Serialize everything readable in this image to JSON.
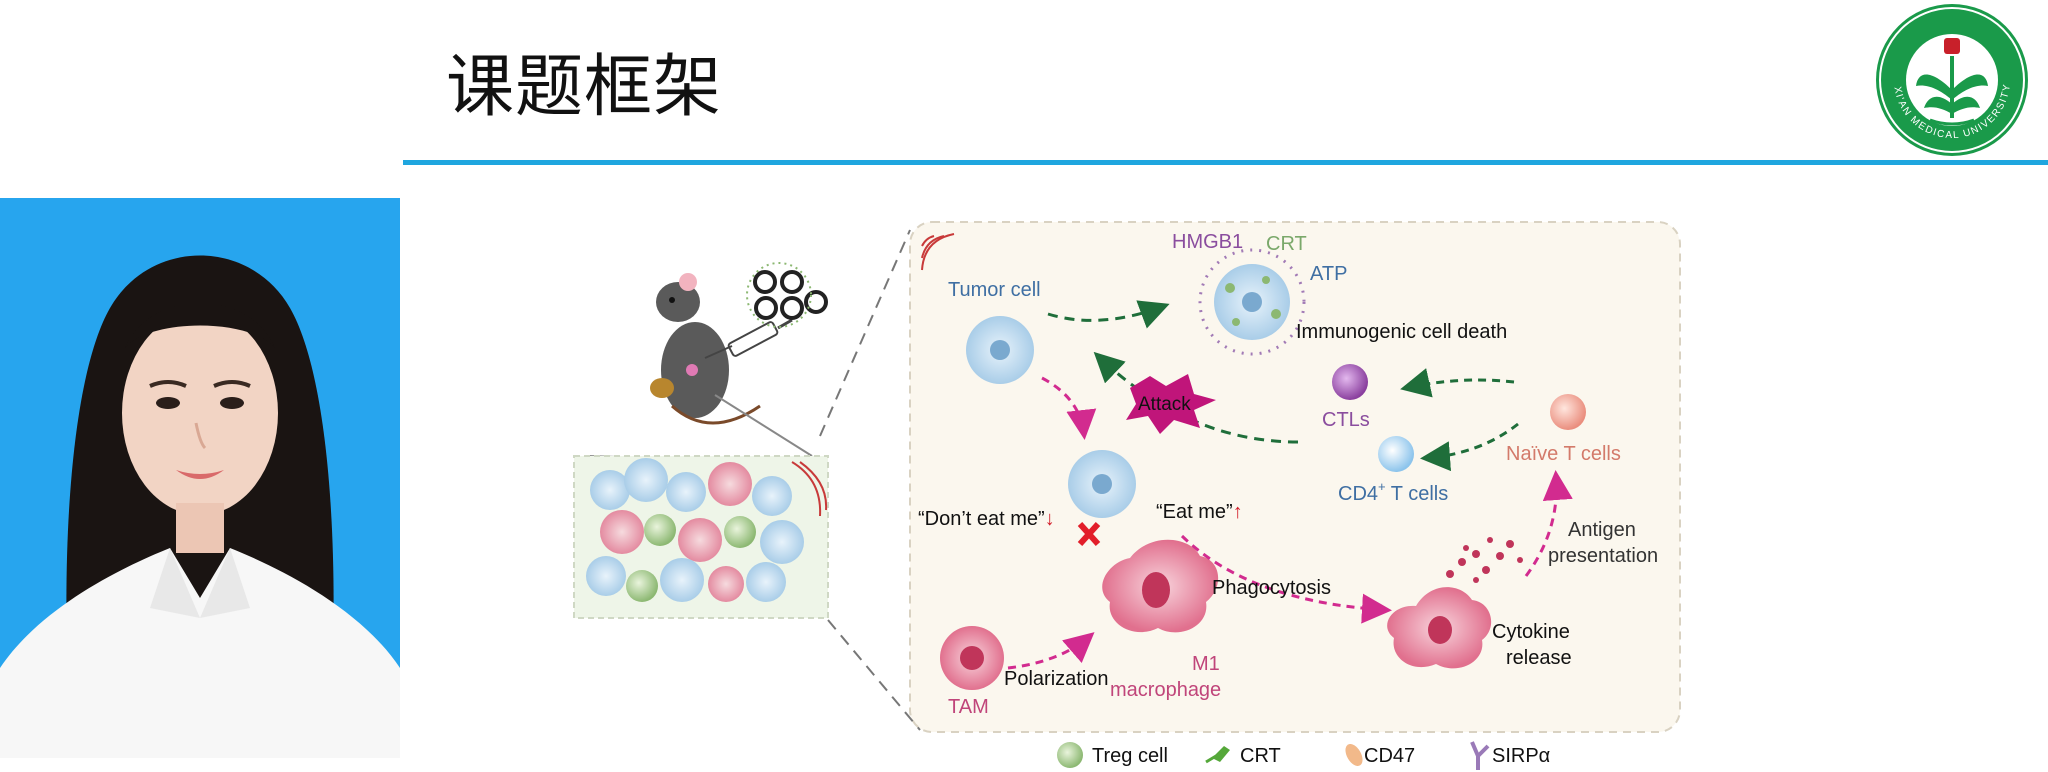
{
  "slide": {
    "title": "课题框架",
    "accent_color": "#1fa6df"
  },
  "logo": {
    "icon": "university-seal-icon",
    "ring_text": "XI'AN MEDICAL UNIVERSITY",
    "color": "#1a9a4a"
  },
  "photo": {
    "icon": "portrait-photo",
    "background_color": "#27a5ee"
  },
  "diagram": {
    "labels": {
      "hmgb1": "HMGB1",
      "crt_top": "CRT",
      "atp": "ATP",
      "tumor_cell": "Tumor cell",
      "icd": "Immunogenic cell death",
      "attack": "Attack",
      "ctls": "CTLs",
      "cd4_main": "CD4",
      "cd4_sup": "+",
      "cd4_rest": " T cells",
      "naive": "Naïve T cells",
      "dont_eat": "“Don’t eat me”",
      "eat_me": "“Eat me”",
      "arrow_down": "↓",
      "arrow_up": "↑",
      "antigen_1": "Antigen",
      "antigen_2": "presentation",
      "phagocytosis": "Phagocytosis",
      "cytokine_1": "Cytokine",
      "cytokine_2": "release",
      "m1_1": "M1",
      "m1_2": "macrophage",
      "polarization": "Polarization",
      "tam": "TAM"
    },
    "legend": [
      {
        "icon": "treg-cell-icon",
        "label": "Treg cell"
      },
      {
        "icon": "crt-icon",
        "label": "CRT"
      },
      {
        "icon": "cd47-icon",
        "label": "CD47"
      },
      {
        "icon": "sirpa-icon",
        "label": "SIRPα"
      }
    ],
    "colors": {
      "green_arrow": "#1f6e3a",
      "pink_arrow": "#d22b8f",
      "purple_text": "#8a4d9e",
      "green_text": "#7aa86a",
      "blue_text": "#3f6fa3",
      "salmon_text": "#d37a6a",
      "pink_text": "#c0457a",
      "panel_bg": "#fbf7ee"
    }
  }
}
